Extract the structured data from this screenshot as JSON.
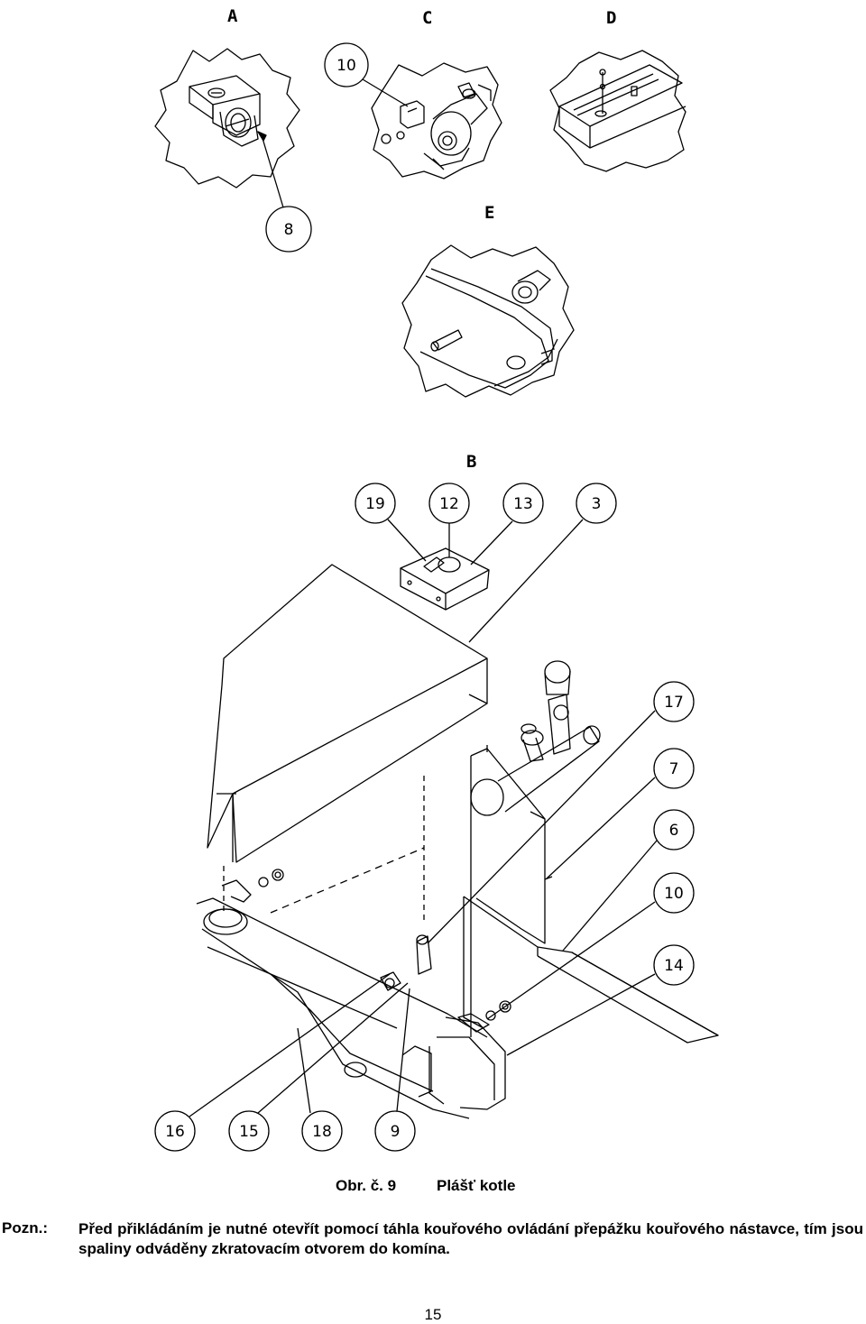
{
  "figure": {
    "detail_letters": [
      "A",
      "C",
      "D",
      "E",
      "B"
    ],
    "callouts": [
      "10",
      "8",
      "19",
      "12",
      "13",
      "3",
      "17",
      "7",
      "6",
      "10",
      "14",
      "16",
      "15",
      "18",
      "9"
    ],
    "number": "Obr. č. 9",
    "title": "Plášť kotle"
  },
  "note": {
    "label": "Pozn.:",
    "text": "Před přikládáním je nutné otevřít pomocí táhla kouřového ovládání přepážku kouřového nástavce, tím jsou spaliny odváděny zkratovacím otvorem do komína."
  },
  "page_number": "15"
}
